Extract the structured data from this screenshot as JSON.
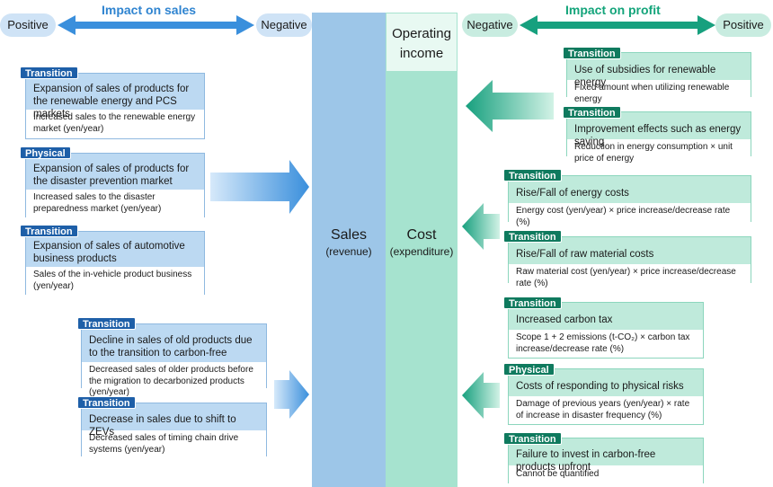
{
  "header": {
    "sales_title": "Impact on sales",
    "profit_title": "Impact on profit",
    "positive_label": "Positive",
    "negative_label": "Negative"
  },
  "center": {
    "operating_income_line1": "Operating",
    "operating_income_line2": "income",
    "sales_label": "Sales",
    "sales_sub": "(revenue)",
    "cost_label": "Cost",
    "cost_sub": "(expenditure)"
  },
  "tags": {
    "transition": "Transition",
    "physical": "Physical"
  },
  "sales_positive": [
    {
      "type": "Transition",
      "title": "Expansion of sales of products for the renewable energy and PCS markets",
      "detail": "Increased sales to the renewable energy market (yen/year)"
    },
    {
      "type": "Physical",
      "title": "Expansion of sales of products for the disaster prevention market",
      "detail": "Increased sales to the disaster preparedness market (yen/year)"
    },
    {
      "type": "Transition",
      "title": "Expansion of sales of automotive business products",
      "detail": "Sales of the in-vehicle product business (yen/year)"
    }
  ],
  "sales_negative": [
    {
      "type": "Transition",
      "title": "Decline in sales of old products due to the transition to carbon-free",
      "detail": "Decreased sales of older products before the migration to decarbonized products (yen/year)"
    },
    {
      "type": "Transition",
      "title": "Decrease in sales due to shift to ZEVs",
      "detail": "Decreased sales of timing chain drive systems (yen/year)"
    }
  ],
  "profit_positive": [
    {
      "type": "Transition",
      "title": "Use of subsidies for renewable energy",
      "detail": "Fixed amount when utilizing renewable energy"
    },
    {
      "type": "Transition",
      "title": "Improvement effects such as energy saving",
      "detail": "Reduction in energy consumption × unit price of energy"
    }
  ],
  "profit_costs": [
    {
      "type": "Transition",
      "title": "Rise/Fall of energy costs",
      "detail": "Energy cost (yen/year) × price increase/decrease rate (%)"
    },
    {
      "type": "Transition",
      "title": "Rise/Fall of raw material costs",
      "detail": "Raw material cost (yen/year) × price increase/decrease rate (%)"
    }
  ],
  "profit_negative": [
    {
      "type": "Transition",
      "title": "Increased carbon tax",
      "detail": "Scope 1 + 2 emissions (t-CO₂) × carbon tax increase/decrease rate (%)"
    },
    {
      "type": "Physical",
      "title": "Costs of responding to physical risks",
      "detail": "Damage of previous years (yen/year) × rate of increase in disaster frequency (%)"
    },
    {
      "type": "Transition",
      "title": "Failure to invest in carbon-free products upfront",
      "detail": "Cannot be quantified"
    }
  ],
  "colors": {
    "sales_blue": "#9dc6e8",
    "cost_green": "#a6e3cf",
    "arrow_blue": "#3a8fdc",
    "arrow_green": "#17a07e",
    "tag_blue": "#1e5fa8",
    "tag_green": "#0f7a5e"
  }
}
